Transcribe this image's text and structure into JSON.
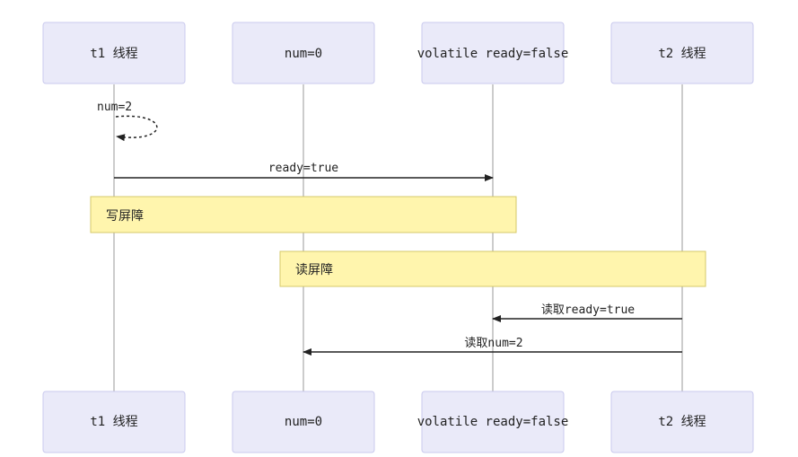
{
  "participants": [
    {
      "label": "t1 线程"
    },
    {
      "label": "num=0"
    },
    {
      "label": "volatile ready=false"
    },
    {
      "label": "t2 线程"
    }
  ],
  "messages": [
    {
      "from": "t1 线程",
      "to": "t1 线程",
      "label": "num=2",
      "style": "dashed-self"
    },
    {
      "from": "t1 线程",
      "to": "volatile ready=false",
      "label": "ready=true",
      "style": "solid"
    },
    {
      "from": "t2 线程",
      "to": "volatile ready=false",
      "label": "读取ready=true",
      "style": "solid"
    },
    {
      "from": "t2 线程",
      "to": "num=0",
      "label": "读取num=2",
      "style": "solid"
    }
  ],
  "notes": [
    {
      "label": "写屏障"
    },
    {
      "label": "读屏障"
    }
  ],
  "colors": {
    "actor_fill": "#eaeaf9",
    "actor_border": "#c9c9ee",
    "note_fill": "#fff5ad",
    "note_border": "#d6c96a",
    "line": "#222222",
    "lifeline": "#999999"
  }
}
